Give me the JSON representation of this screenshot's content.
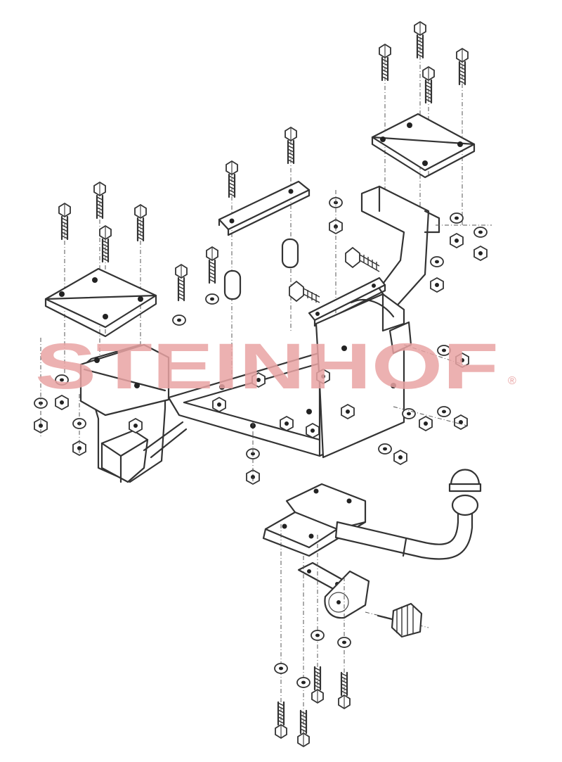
{
  "watermark": {
    "brand": "STEINHOF",
    "registered_mark": "®",
    "color": "#e9a3a3"
  },
  "parts": {
    "main_frame": "tow-bar-main-frame",
    "ball_cap": "ball-cap",
    "socket": "socket-plug"
  }
}
